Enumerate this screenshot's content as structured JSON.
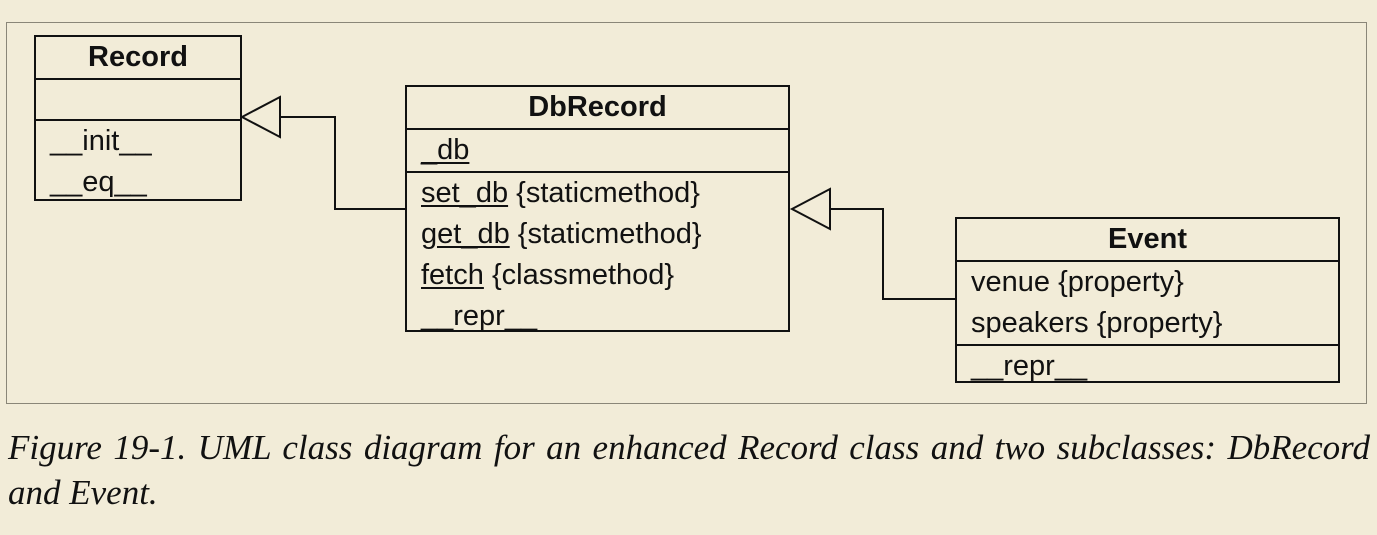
{
  "diagram": {
    "classes": [
      {
        "id": "record",
        "name": "Record",
        "attributes": [],
        "methods": [
          {
            "name": "__init__",
            "annotation": ""
          },
          {
            "name": "__eq__",
            "annotation": ""
          }
        ]
      },
      {
        "id": "dbrecord",
        "name": "DbRecord",
        "attributes": [
          {
            "name": "_db",
            "annotation": ""
          }
        ],
        "methods": [
          {
            "name": "set_db",
            "annotation": "{staticmethod}"
          },
          {
            "name": "get_db",
            "annotation": "{staticmethod}"
          },
          {
            "name": "fetch",
            "annotation": "{classmethod}"
          },
          {
            "name": "__repr__",
            "annotation": ""
          }
        ]
      },
      {
        "id": "event",
        "name": "Event",
        "attributes": [
          {
            "name": "venue",
            "annotation": "{property}"
          },
          {
            "name": "speakers",
            "annotation": "{property}"
          }
        ],
        "methods": [
          {
            "name": "__repr__",
            "annotation": ""
          }
        ]
      }
    ],
    "relations": [
      {
        "type": "generalization",
        "from": "dbrecord",
        "to": "record"
      },
      {
        "type": "generalization",
        "from": "event",
        "to": "dbrecord"
      }
    ]
  },
  "caption": "Figure 19-1. UML class diagram for an enhanced Record class and two subclasses: DbRecord and Event."
}
